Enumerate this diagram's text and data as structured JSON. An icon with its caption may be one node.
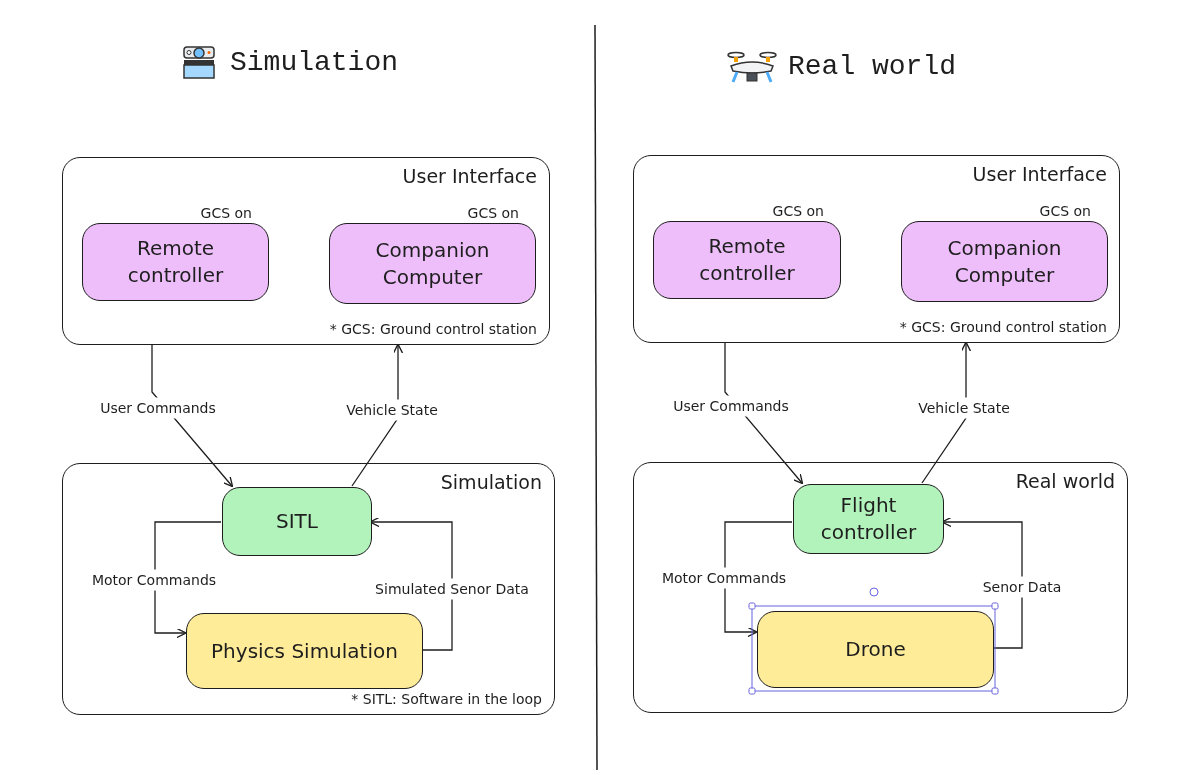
{
  "diagram": {
    "nodes": [
      {
        "text": [
          "User Interface",
          "* GCS: Ground control station"
        ]
      },
      {
        "text": [
          "Remote controller"
        ],
        "in": 0,
        "beside": [
          "GCS on"
        ]
      },
      {
        "text": [
          "Companion Computer"
        ],
        "in": 0,
        "beside": [
          "GCS on"
        ]
      },
      {
        "text": [
          "Simulation",
          "* SITL: Software in the loop"
        ]
      },
      {
        "text": [
          "SITL"
        ],
        "in": 3
      },
      {
        "text": [
          "Physics Simulation"
        ],
        "in": 3
      },
      {
        "text": [
          "User Interface",
          "* GCS: Ground control station"
        ]
      },
      {
        "text": [
          "Remote controller"
        ],
        "in": 6,
        "beside": [
          "GCS on"
        ]
      },
      {
        "text": [
          "Companion Computer"
        ],
        "in": 6,
        "beside": [
          "GCS on"
        ]
      },
      {
        "text": [
          "Real world"
        ]
      },
      {
        "text": [
          "Flight controller"
        ],
        "in": 9
      },
      {
        "text": [
          "Drone"
        ],
        "in": 9
      }
    ],
    "edges": [
      {
        "from": 0,
        "to": 4,
        "arrow": "to",
        "label": "User Commands"
      },
      {
        "from": 4,
        "to": 0,
        "arrow": "to",
        "label": "Vehicle State"
      },
      {
        "from": 4,
        "to": 5,
        "arrow": "to",
        "label": "Motor Commands"
      },
      {
        "from": 5,
        "to": 4,
        "arrow": "to",
        "label": "Simulated Senor Data"
      },
      {
        "from": 6,
        "to": 10,
        "arrow": "to",
        "label": "User Commands"
      },
      {
        "from": 10,
        "to": 6,
        "arrow": "to",
        "label": "Vehicle State"
      },
      {
        "from": 10,
        "to": 11,
        "arrow": "to",
        "label": "Motor Commands"
      },
      {
        "from": 11,
        "to": 10,
        "arrow": "to",
        "label": "Senor Data"
      }
    ],
    "labels": [
      "Simulation",
      "Real world"
    ]
  }
}
